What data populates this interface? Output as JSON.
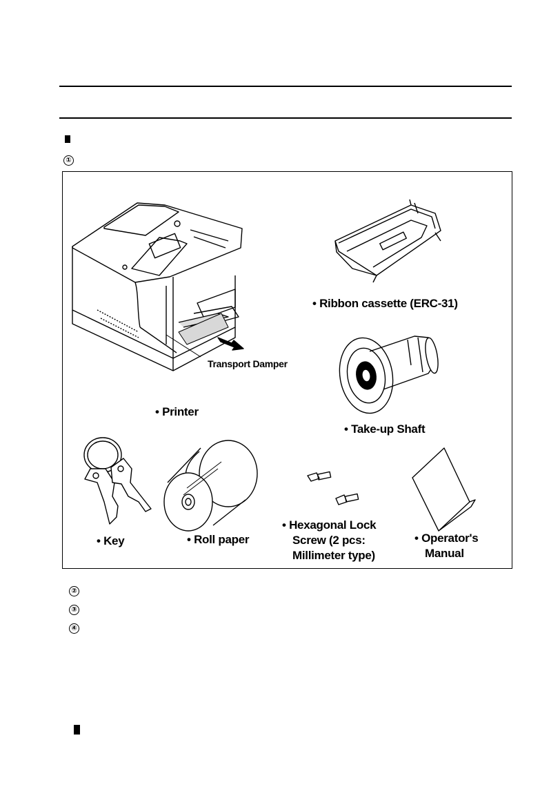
{
  "page": {
    "section_marker": "■",
    "steps": [
      "①",
      "②",
      "③",
      "④"
    ],
    "bottom_marker": "■"
  },
  "figure": {
    "items": {
      "printer": "• Printer",
      "transport_damper": "Transport Damper",
      "ribbon": "• Ribbon cassette (ERC-31)",
      "takeup": "• Take-up Shaft",
      "key": "• Key",
      "roll_paper": "• Roll paper",
      "hex_line1": "• Hexagonal Lock",
      "hex_line2": "Screw (2 pcs:",
      "hex_line3": "Millimeter type)",
      "manual_line1": "• Operator's",
      "manual_line2": "Manual"
    }
  }
}
